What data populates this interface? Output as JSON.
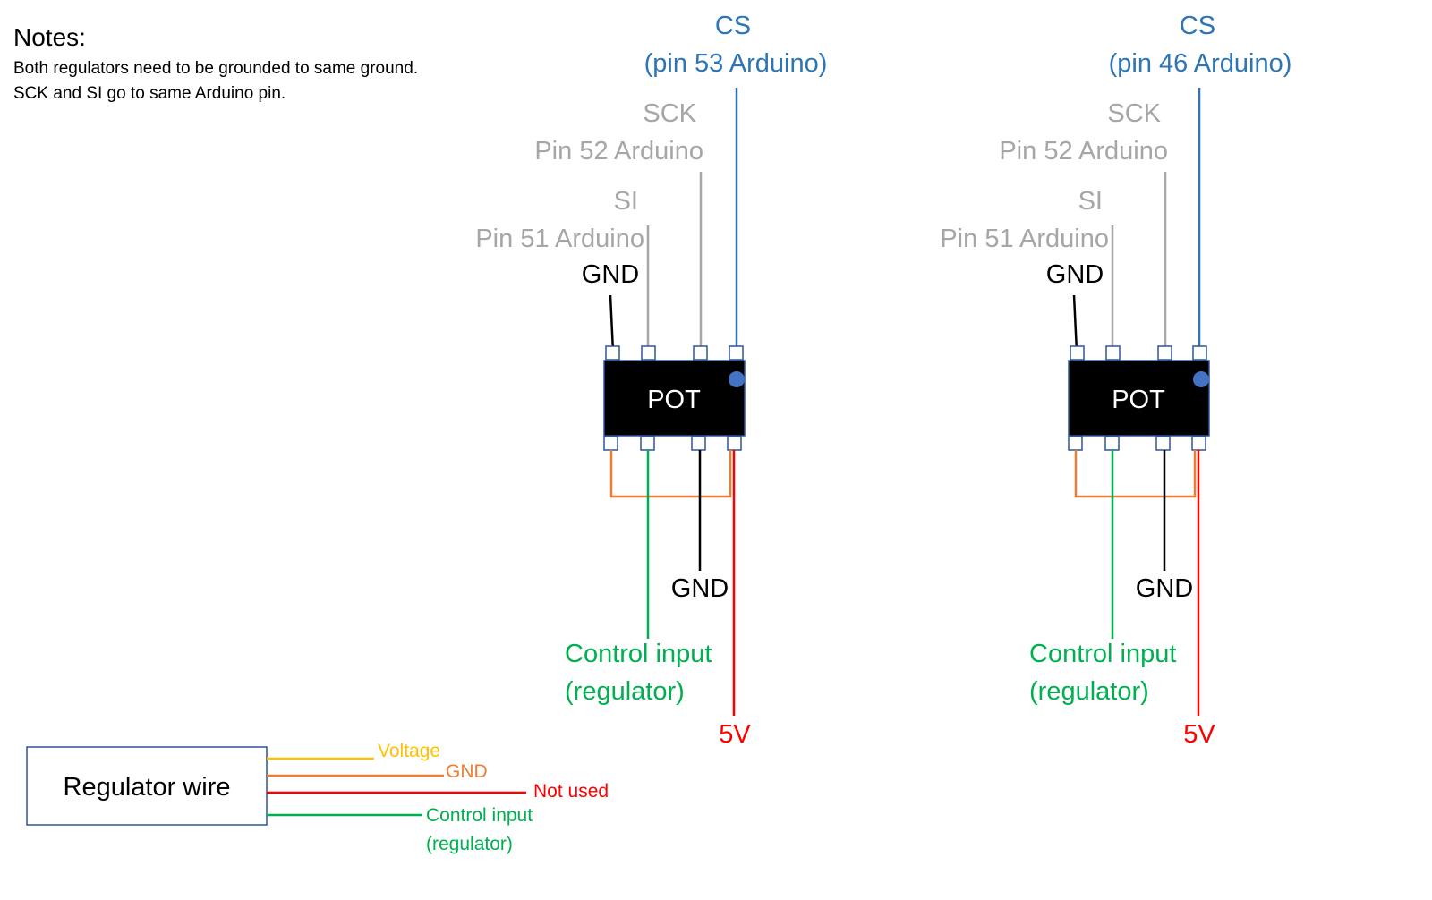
{
  "notes": {
    "title": "Notes:",
    "lines": [
      "Both regulators need to be grounded to same ground.",
      "SCK and  SI go to same Arduino pin."
    ]
  },
  "colors": {
    "cs": "#2e75b6",
    "spi": "#a6a6a6",
    "gnd": "#000000",
    "orange": "#ed7d31",
    "control": "#00b050",
    "power": "#ff0000",
    "voltage": "#ffc000",
    "chip": "#000000",
    "chip_border": "#2f5597",
    "dot": "#4472c4"
  },
  "pot_left": {
    "chip_label": "POT",
    "cs_label": "CS",
    "cs_pin": "(pin 53 Arduino)",
    "sck_label": "SCK",
    "sck_pin": "Pin 52 Arduino",
    "si_label": "SI",
    "si_pin": "Pin 51 Arduino",
    "gnd_top": "GND",
    "gnd_bottom": "GND",
    "control_line1": "Control input",
    "control_line2": "(regulator)",
    "power": "5V"
  },
  "pot_right": {
    "chip_label": "POT",
    "cs_label": "CS",
    "cs_pin": "(pin 46 Arduino)",
    "sck_label": "SCK",
    "sck_pin": "Pin 52 Arduino",
    "si_label": "SI",
    "si_pin": "Pin 51 Arduino",
    "gnd_top": "GND",
    "gnd_bottom": "GND",
    "control_line1": "Control input",
    "control_line2": "(regulator)",
    "power": "5V"
  },
  "regulator": {
    "box_label": "Regulator wire",
    "voltage": "Voltage",
    "gnd": "GND",
    "not_used": "Not used",
    "control_line1": "Control input",
    "control_line2": "(regulator)"
  }
}
